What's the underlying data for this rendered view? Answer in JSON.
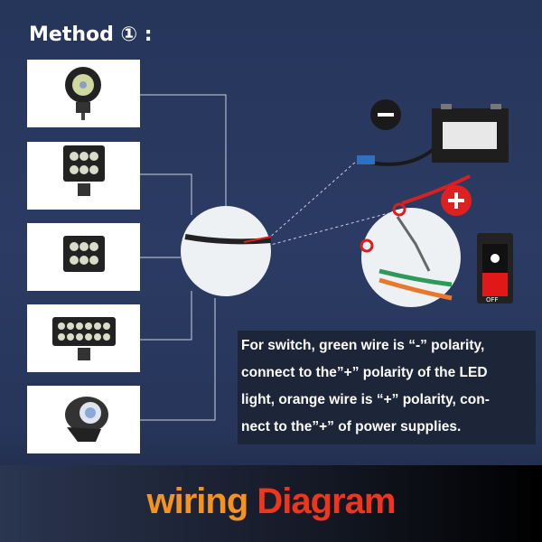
{
  "title": "Method ① :",
  "lights": [
    {
      "name": "round-led-light"
    },
    {
      "name": "cube-led-light-6"
    },
    {
      "name": "square-led-light-6"
    },
    {
      "name": "led-light-bar-12"
    },
    {
      "name": "motorcycle-projector-light"
    }
  ],
  "symbols": {
    "negative": "⊖",
    "positive": "⊕"
  },
  "switch": {
    "off_label": "OFF"
  },
  "note": {
    "lines": [
      "For switch, green wire is “-” polarity,",
      "connect to the”+” polarity of the LED",
      "light, orange wire is “+” polarity, con-",
      "nect to the”+” of power supplies."
    ]
  },
  "footer": {
    "word1": "wiring",
    "word2": "Diagram"
  },
  "colors": {
    "negative": "#1a1a1a",
    "positive": "#e02020",
    "green_wire": "#2e9a5a",
    "orange_wire": "#e8792a",
    "red_wire": "#d82020"
  }
}
